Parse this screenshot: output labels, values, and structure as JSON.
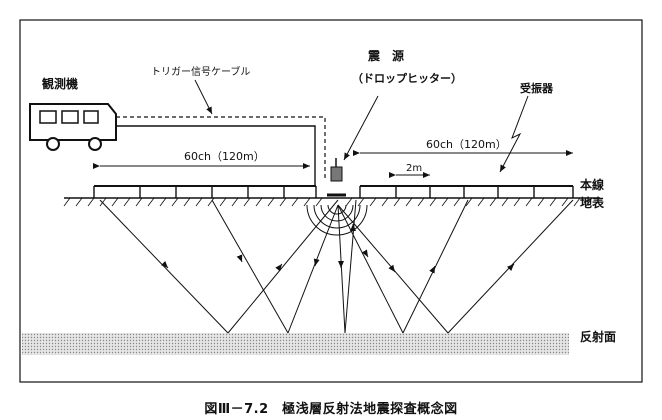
{
  "labels": {
    "observation_vehicle": "観測機",
    "trigger_cable": "トリガー信号ケーブル",
    "source_title": "震　源",
    "source_subtitle": "（ドロップヒッター）",
    "receiver": "受振器",
    "spread_left": "60ch（120m）",
    "spread_right": "60ch（120m）",
    "geophone_spacing": "2m",
    "survey_line": "本線",
    "ground_surface": "地表",
    "reflector": "反射面"
  },
  "caption": "図Ⅲ－7.2　極浅層反射法地震探査概念図",
  "colors": {
    "line": "#111111",
    "reflector_fill": "#d9d9d9",
    "background": "#ffffff"
  }
}
